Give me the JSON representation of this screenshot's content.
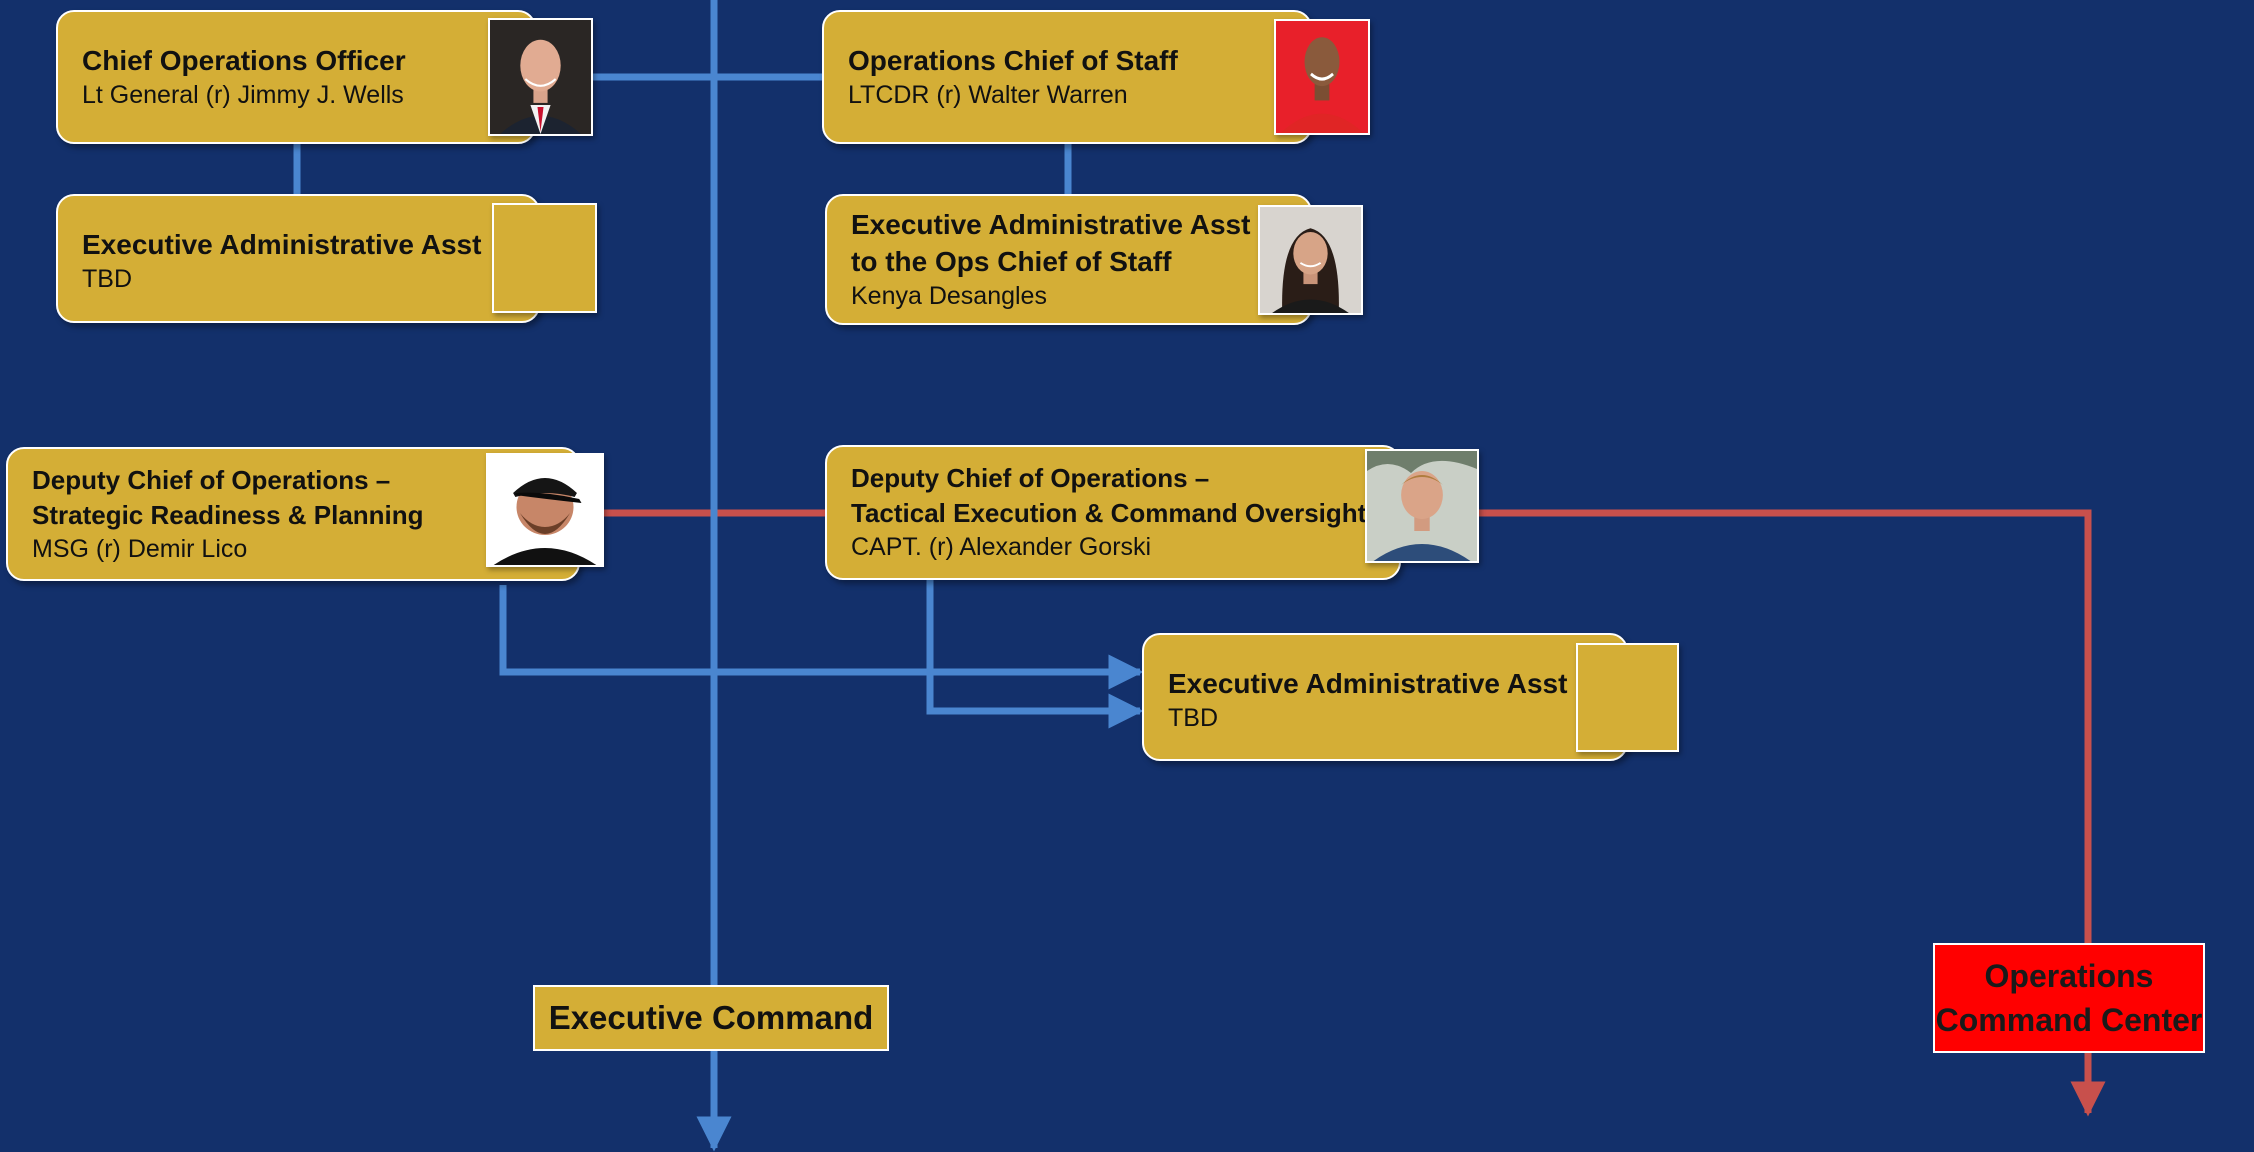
{
  "colors": {
    "background": "#13306b",
    "card_fill": "#d4ae36",
    "blue_connector": "#4a86d0",
    "red_connector": "#c8504c",
    "ops_center_fill": "#ff0000"
  },
  "nodes": {
    "coo": {
      "title": "Chief Operations Officer",
      "name": "Lt General (r) Jimmy J. Wells",
      "photo": "portrait-bald-man-red-tie"
    },
    "ops_chief_of_staff": {
      "title": "Operations Chief of Staff",
      "name": "LTCDR (r) Walter Warren",
      "photo": "portrait-man-red-shirt"
    },
    "coo_admin": {
      "title": "Executive Administrative Asst",
      "name": "TBD"
    },
    "cos_admin": {
      "title_line1": "Executive Administrative Asst",
      "title_line2": "to the Ops Chief of Staff",
      "name": "Kenya Desangles",
      "photo": "portrait-woman-dark-hair"
    },
    "deputy_strategic": {
      "title_line1": "Deputy Chief of Operations –",
      "title_line2": "Strategic Readiness & Planning",
      "name": "MSG (r) Demir Lico",
      "photo": "portrait-man-black-cap-beard"
    },
    "deputy_tactical": {
      "title_line1": "Deputy Chief of Operations –",
      "title_line2": "Tactical Execution & Command Oversight",
      "name": "CAPT. (r) Alexander Gorski",
      "photo": "portrait-man-blond-plaid"
    },
    "deputy_admin": {
      "title": "Executive Administrative Asst",
      "name": "TBD"
    },
    "executive_command": {
      "label": "Executive Command"
    },
    "operations_command_center": {
      "line1": "Operations",
      "line2": "Command Center"
    }
  }
}
